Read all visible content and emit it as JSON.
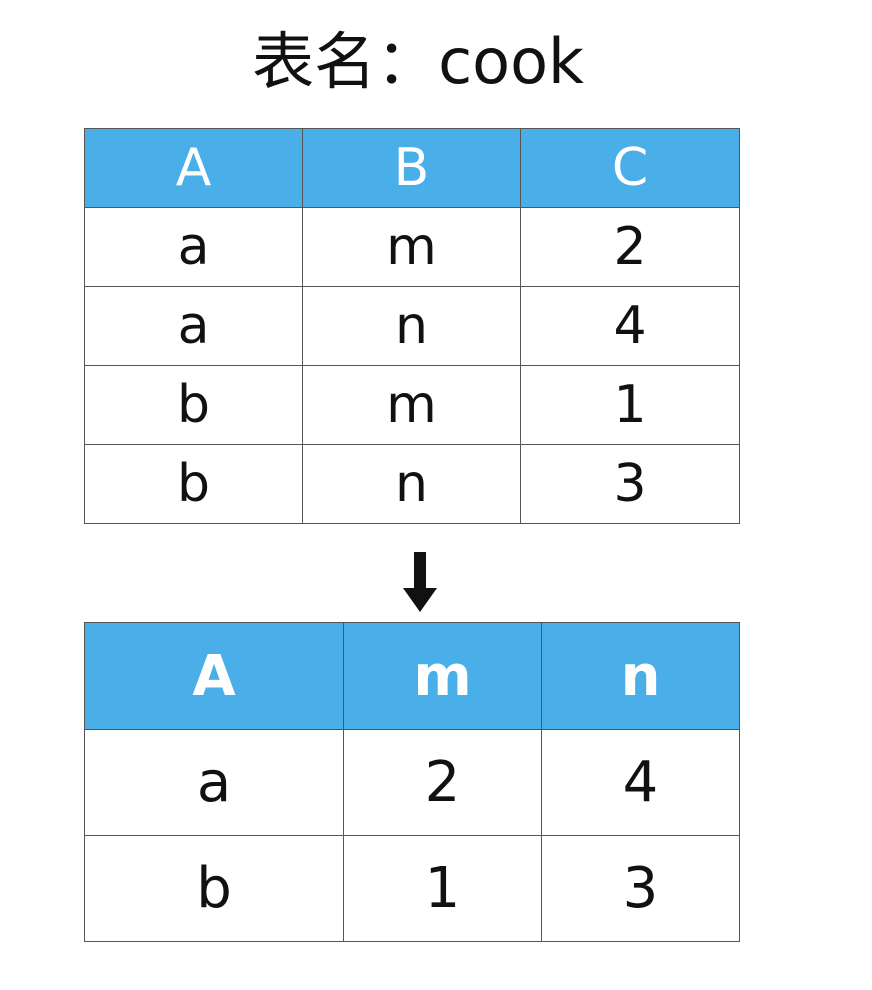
{
  "title": "表名：cook",
  "colors": {
    "header_bg": "#4aaee9",
    "header_text": "#ffffff",
    "cell_text": "#111111",
    "border": "#555555",
    "arrow": "#111111"
  },
  "source_table": {
    "headers": [
      "A",
      "B",
      "C"
    ],
    "rows": [
      [
        "a",
        "m",
        "2"
      ],
      [
        "a",
        "n",
        "4"
      ],
      [
        "b",
        "m",
        "1"
      ],
      [
        "b",
        "n",
        "3"
      ]
    ]
  },
  "arrow_icon": "arrow-down-icon",
  "result_table": {
    "headers": [
      "A",
      "m",
      "n"
    ],
    "rows": [
      [
        "a",
        "2",
        "4"
      ],
      [
        "b",
        "1",
        "3"
      ]
    ]
  }
}
